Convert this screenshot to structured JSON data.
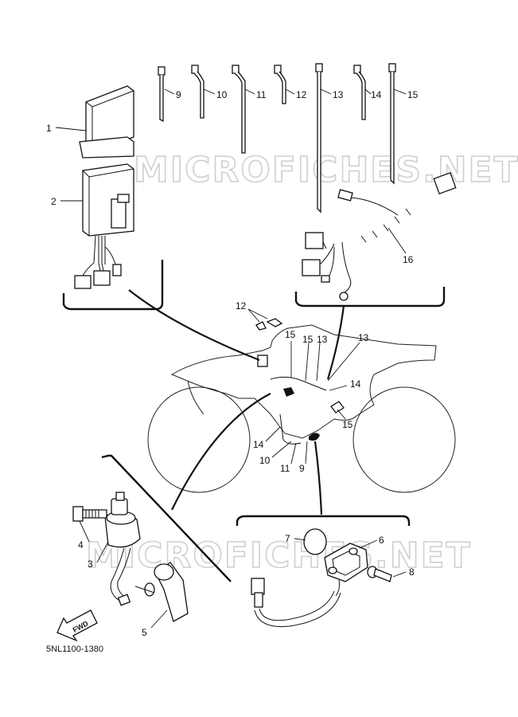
{
  "watermark": "MICROFICHES.NET",
  "diagram_code": "5NL1100-1380",
  "direction_label": "FWD",
  "callouts": {
    "c1": "1",
    "c2": "2",
    "c3": "3",
    "c4": "4",
    "c5": "5",
    "c6": "6",
    "c7": "7",
    "c8": "8",
    "c9": "9",
    "c10": "10",
    "c11": "11",
    "c12": "12",
    "c13": "13",
    "c14": "14",
    "c15": "15",
    "c16": "16"
  }
}
